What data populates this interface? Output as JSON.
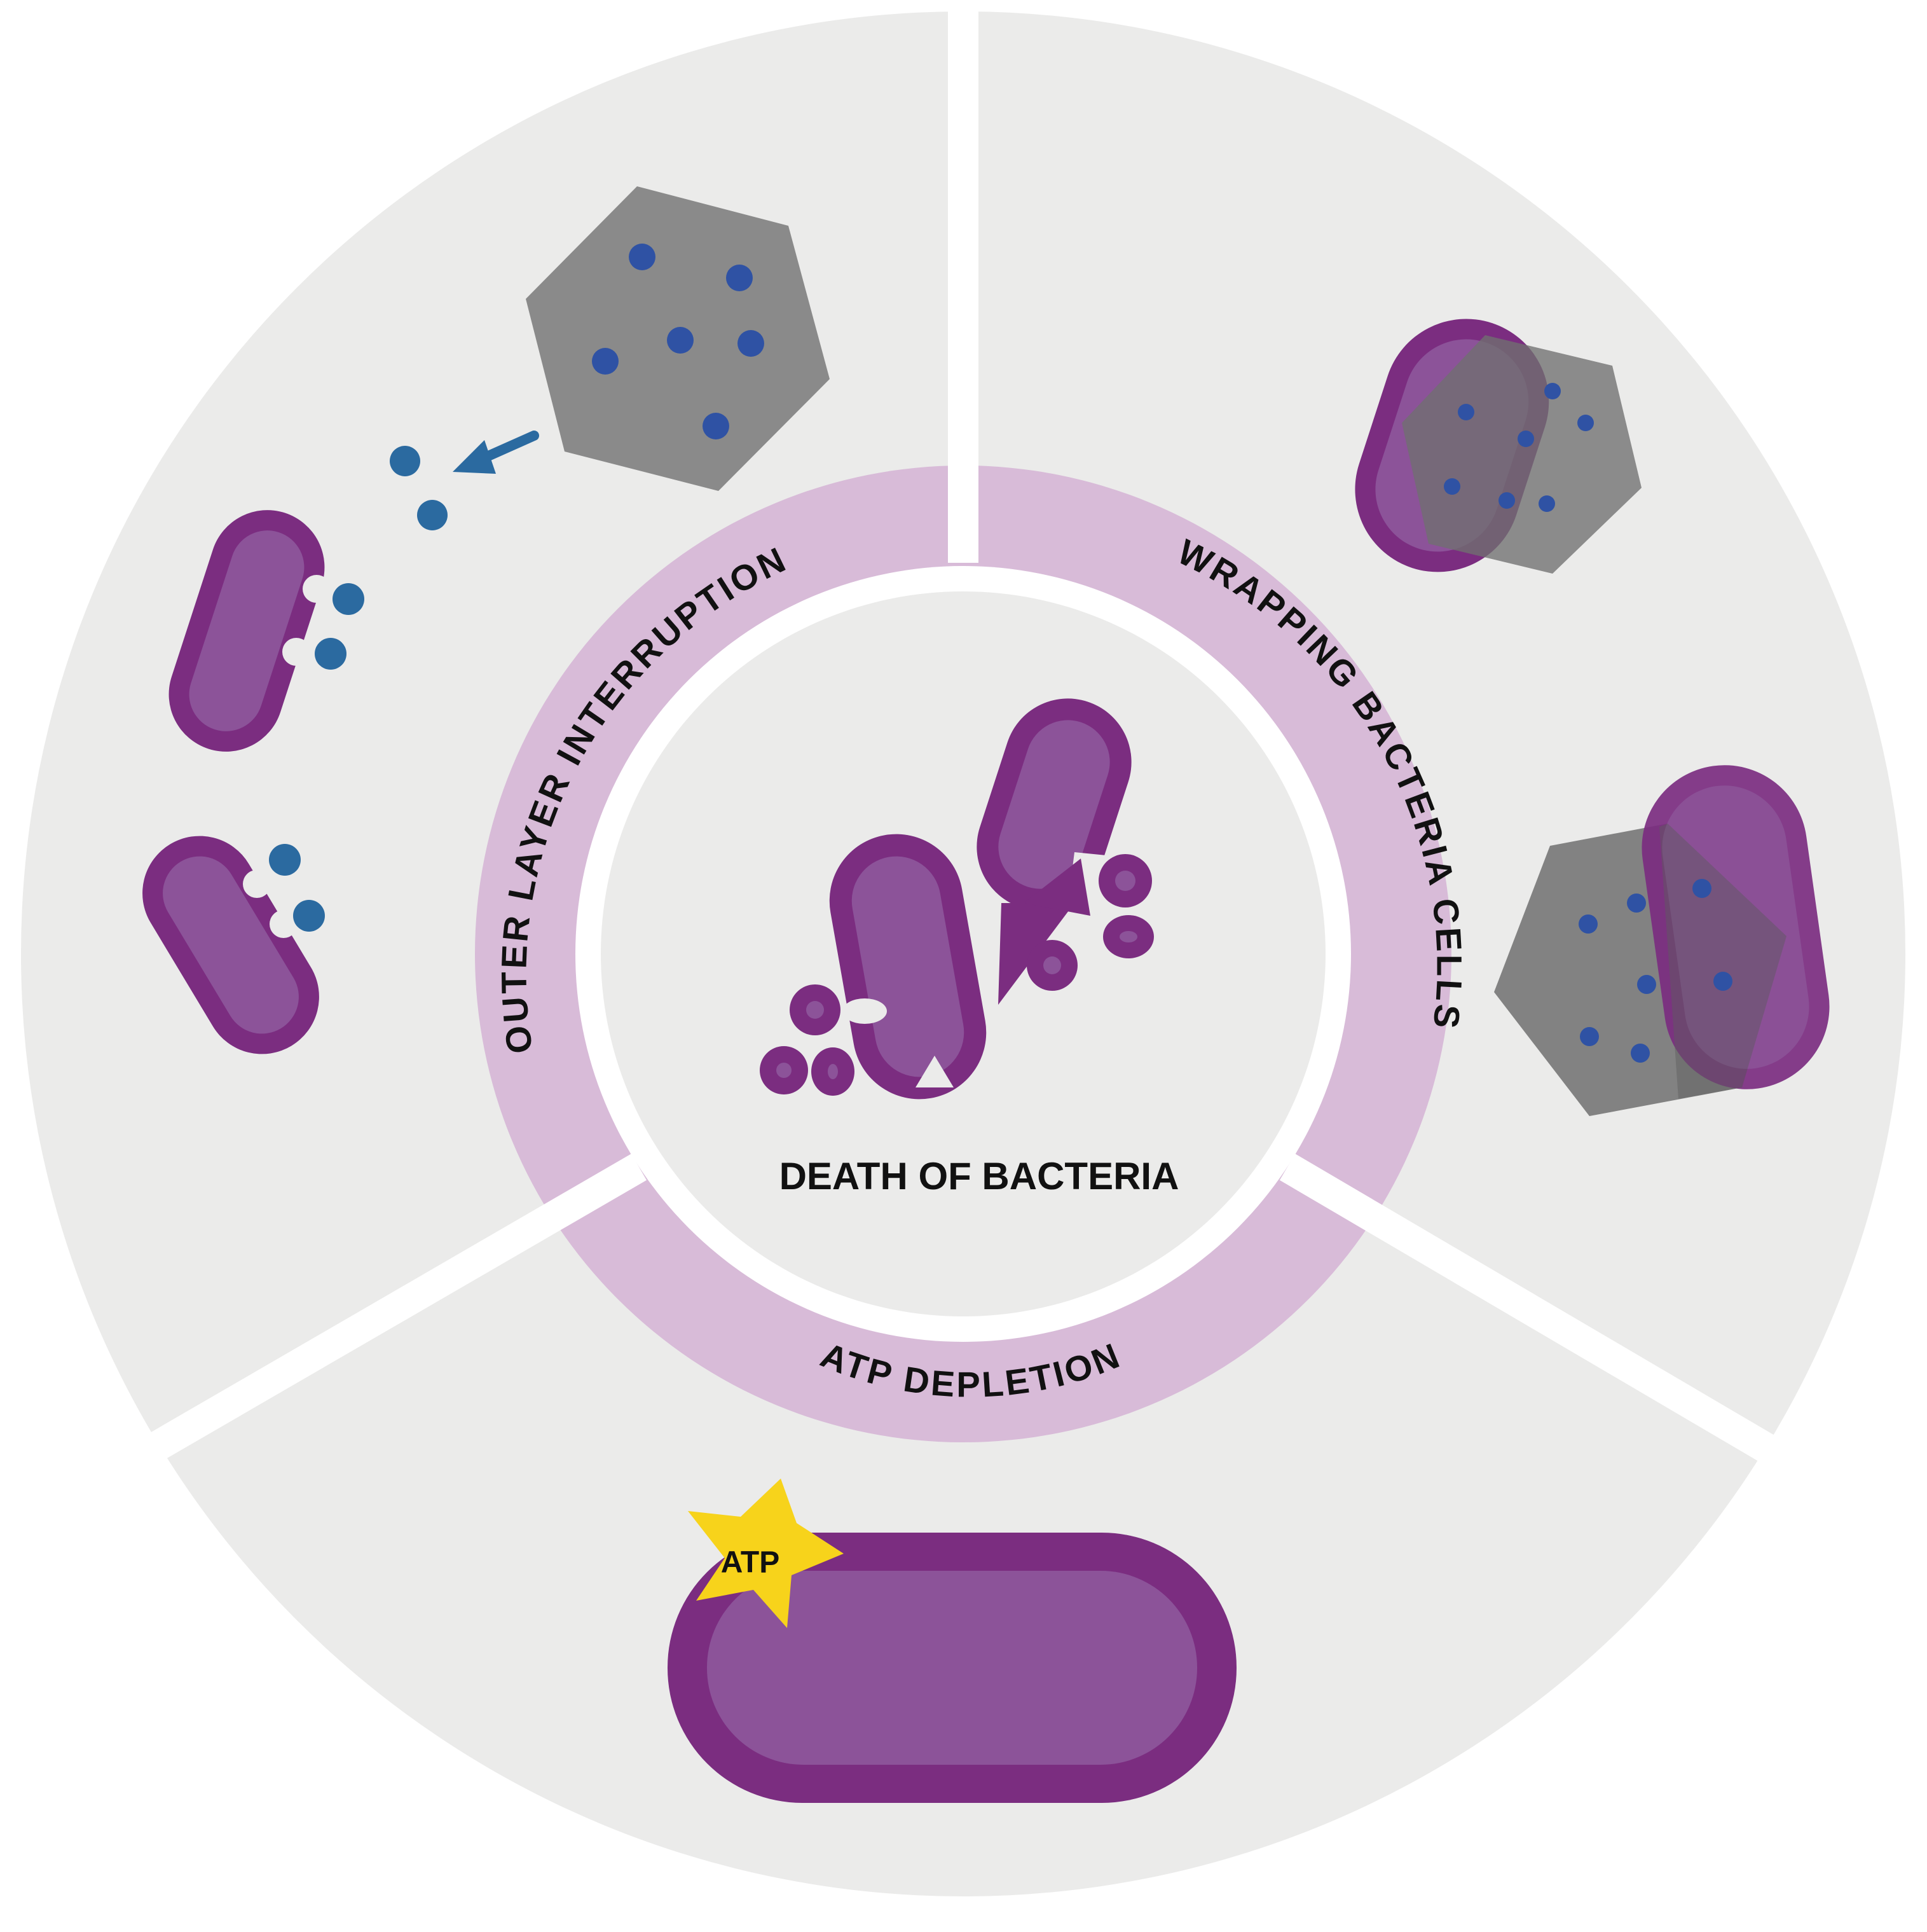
{
  "diagram": {
    "center_label": "DEATH OF BACTERIA",
    "segments": [
      {
        "id": "outer-layer-interruption",
        "label_words": [
          "OUTER",
          "LAYER",
          "INTERRUPTION"
        ]
      },
      {
        "id": "wrapping-bacteria-cells",
        "label_words": [
          "WRAPPING",
          "BACTERIA",
          "CELLS"
        ]
      },
      {
        "id": "atp-depletion",
        "label_words": [
          "ATP",
          "DEPLETION"
        ]
      }
    ],
    "atp_star_label": "ATP"
  },
  "colors": {
    "page_background": "#ffffff",
    "sector_fill": "#ebebea",
    "ring_fill": "#d8bbd8",
    "separator": "#ffffff",
    "bacteria_outer": "#7b2d80",
    "bacteria_inner": "#8c5399",
    "particle_fill": "#8a8a8a",
    "particle_dots": "#2f52a4",
    "ion_dots": "#2b6aa0",
    "arrow": "#2b6aa0",
    "star_fill": "#f7d31b",
    "text": "#111111"
  }
}
